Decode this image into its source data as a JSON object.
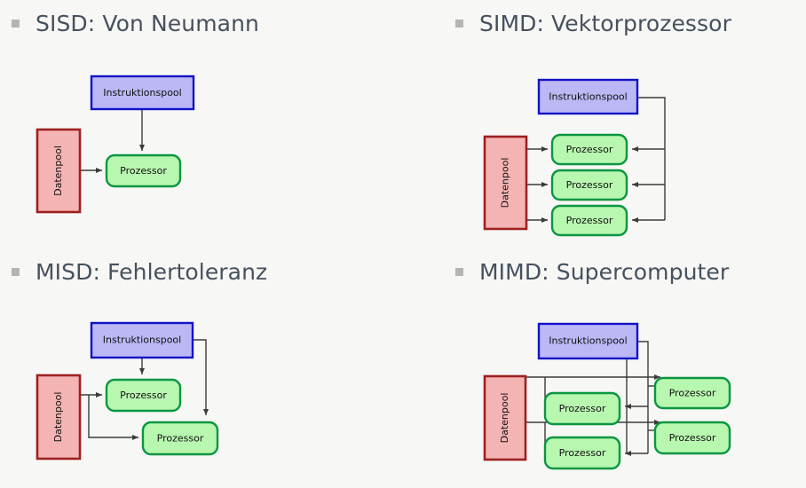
{
  "page": {
    "background_color": "#f7f7f5",
    "bullet_color": "#b4b4b4",
    "heading_color": "#46515e"
  },
  "palette": {
    "instruction_fill": "#bbb8f5",
    "instruction_stroke": "#1313c8",
    "data_fill": "#f5b4b4",
    "data_stroke": "#9e2020",
    "processor_fill": "#b8f7b0",
    "processor_stroke": "#0a9641",
    "arrow_color": "#3b3b3b"
  },
  "labels": {
    "instruction_pool": "Instruktionspool",
    "data_pool": "Datenpool",
    "processor": "Prozessor"
  },
  "quadrants": [
    {
      "id": "sisd",
      "heading": "SISD: Von Neumann",
      "instruction_pools": 1,
      "data_pools": 1,
      "processors": 1
    },
    {
      "id": "simd",
      "heading": "SIMD: Vektorprozessor",
      "instruction_pools": 1,
      "data_pools": 1,
      "processors": 3
    },
    {
      "id": "misd",
      "heading": "MISD: Fehlertoleranz",
      "instruction_pools": 1,
      "data_pools": 1,
      "processors": 2
    },
    {
      "id": "mimd",
      "heading": "MIMD: Supercomputer",
      "instruction_pools": 1,
      "data_pools": 1,
      "processors": 4
    }
  ]
}
